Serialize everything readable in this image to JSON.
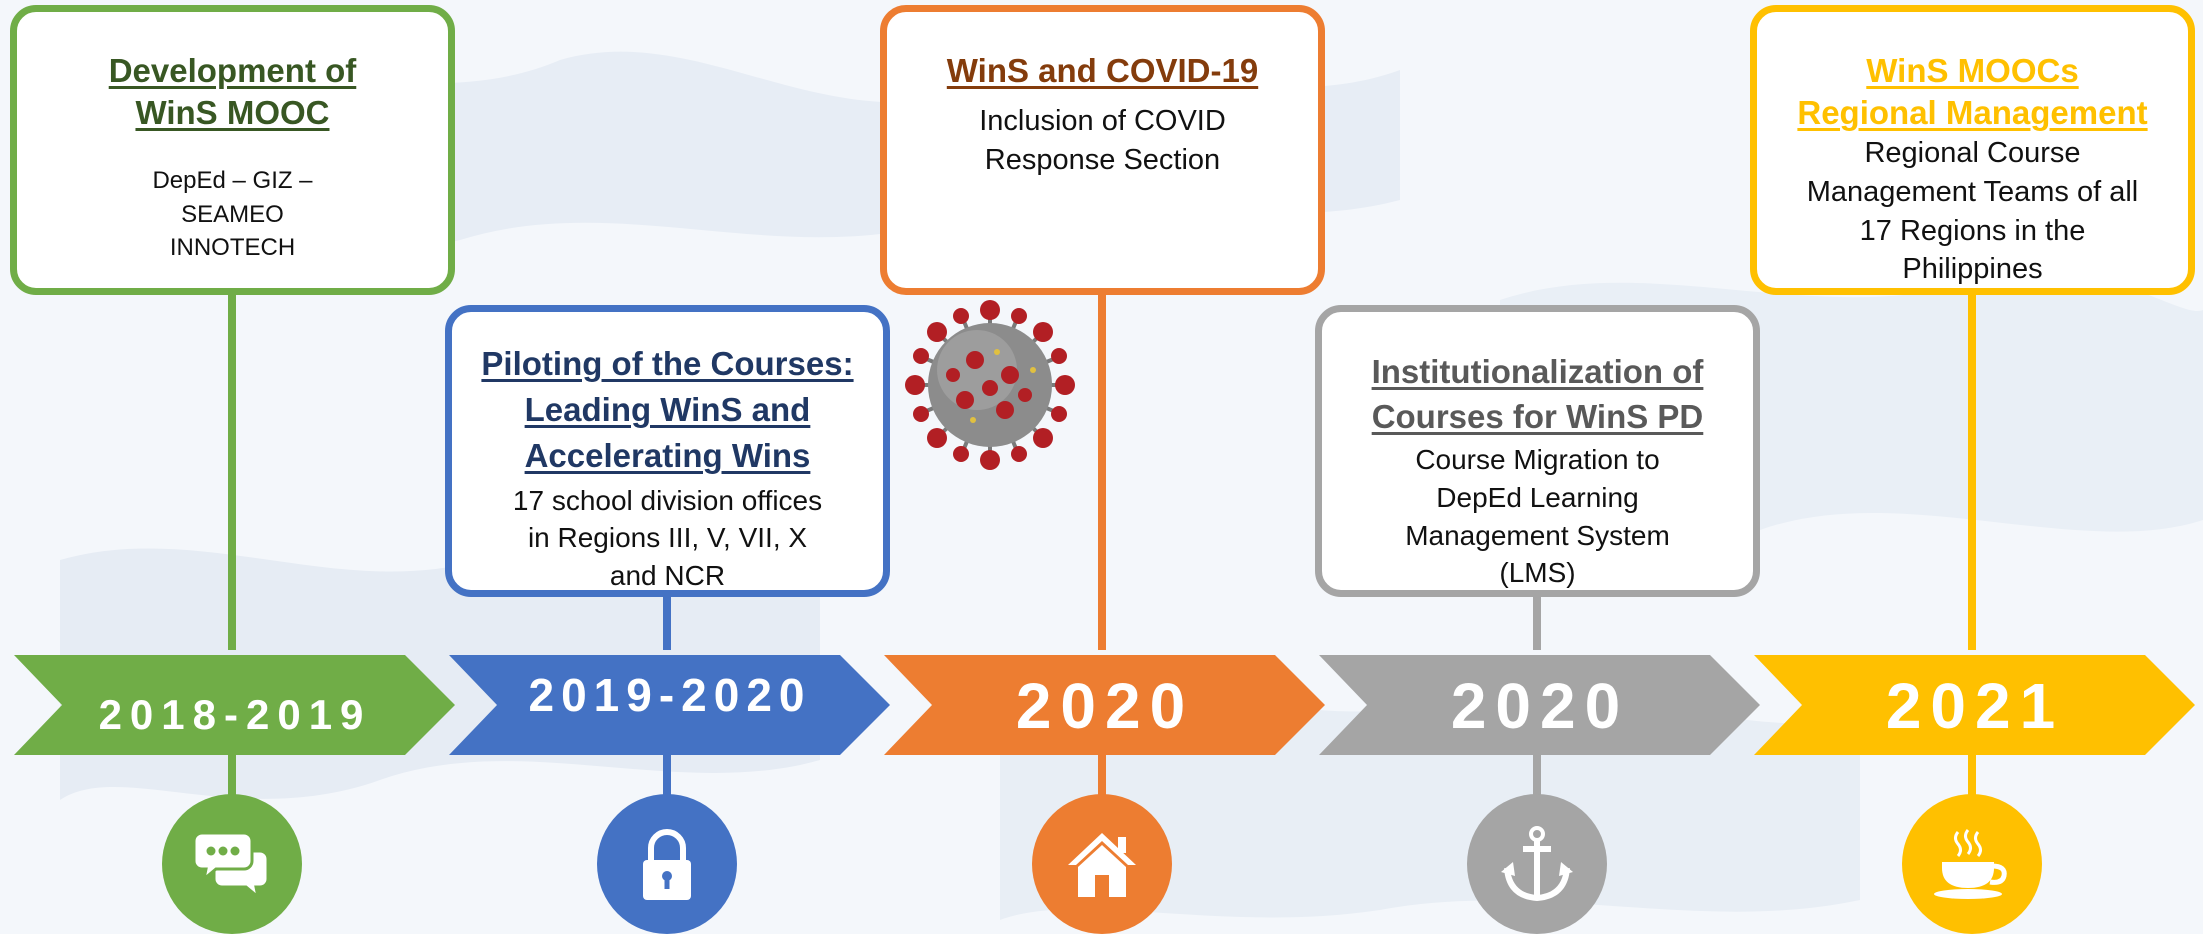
{
  "colors": {
    "green": "#70ad47",
    "blue": "#4472c4",
    "orange": "#ed7d31",
    "gray": "#a5a5a5",
    "gold": "#ffc000",
    "green_title": "#385723",
    "blue_title": "#203864",
    "orange_title": "#843c0c",
    "gray_title": "#595959"
  },
  "milestones": [
    {
      "year": "2018-2019",
      "title_lines": [
        "Development of",
        "WinS MOOC"
      ],
      "description_lines": [
        "DepEd – GIZ –",
        "SEAMEO",
        "INNOTECH"
      ],
      "icon": "chat-icon"
    },
    {
      "year": "2019-2020",
      "title_lines": [
        "Piloting of the Courses:",
        "Leading WinS and",
        "Accelerating Wins"
      ],
      "description_lines": [
        "17 school division offices",
        "in Regions III, V, VII, X",
        "and NCR"
      ],
      "icon": "lock-icon"
    },
    {
      "year": "2020",
      "title_lines": [
        "WinS and COVID-19"
      ],
      "description_lines": [
        "Inclusion of COVID",
        "Response Section"
      ],
      "icon": "home-icon"
    },
    {
      "year": "2020",
      "title_lines": [
        "Institutionalization of",
        "Courses for WinS PD"
      ],
      "description_lines": [
        "Course Migration to",
        "DepEd Learning",
        "Management System",
        "(LMS)"
      ],
      "icon": "anchor-icon"
    },
    {
      "year": "2021",
      "title_lines": [
        "WinS MOOCs",
        "Regional Management"
      ],
      "description_lines": [
        "Regional Course",
        "Management Teams of all",
        "17 Regions in the",
        "Philippines"
      ],
      "icon": "coffee-cup-icon"
    }
  ]
}
